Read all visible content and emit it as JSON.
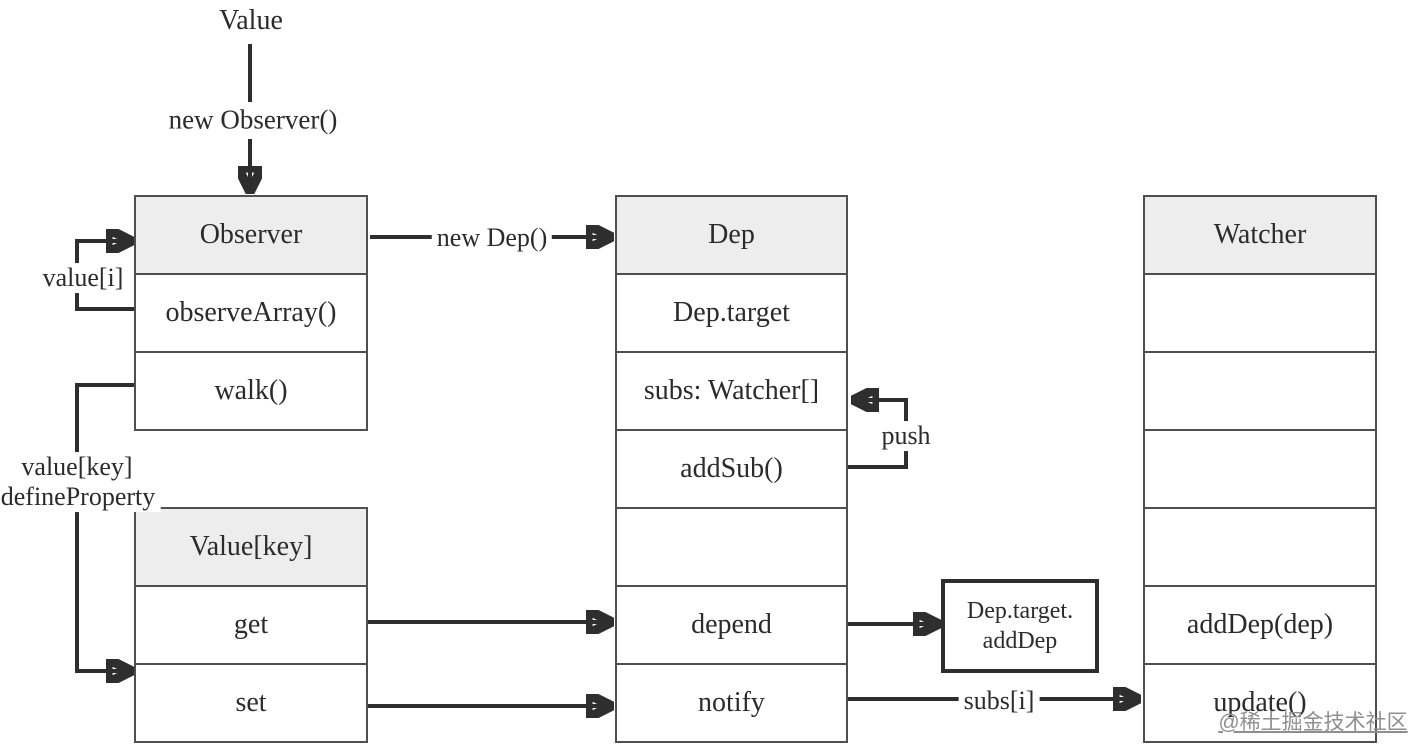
{
  "diagram": {
    "top_flow": {
      "value_label": "Value",
      "new_observer_label": "new Observer()"
    },
    "boxes": {
      "observer": {
        "title": "Observer",
        "rows": [
          "observeArray()",
          "walk()"
        ]
      },
      "value_key": {
        "title": "Value[key]",
        "rows": [
          "get",
          "set"
        ]
      },
      "dep": {
        "title": "Dep",
        "rows": [
          "Dep.target",
          "subs: Watcher[]",
          "addSub()",
          "",
          "depend",
          "notify"
        ]
      },
      "watcher": {
        "title": "Watcher",
        "rows": [
          "",
          "",
          "",
          "",
          "addDep(dep)",
          "update()"
        ]
      },
      "dep_target_adddep": {
        "line1": "Dep.target.",
        "line2": "addDep"
      }
    },
    "edge_labels": {
      "value_i": "value[i]",
      "new_dep": "new Dep()",
      "push": "push",
      "value_key": "value[key]",
      "define_property": "defineProperty",
      "subs_i": "subs[i]"
    },
    "watermark": "@稀土掘金技术社区",
    "colors": {
      "line": "#2e2e2e",
      "box_border": "#4f4f4f",
      "header_fill": "#ededed",
      "text": "#2b2b2b",
      "watermark_text": "#8f8f8f"
    }
  }
}
